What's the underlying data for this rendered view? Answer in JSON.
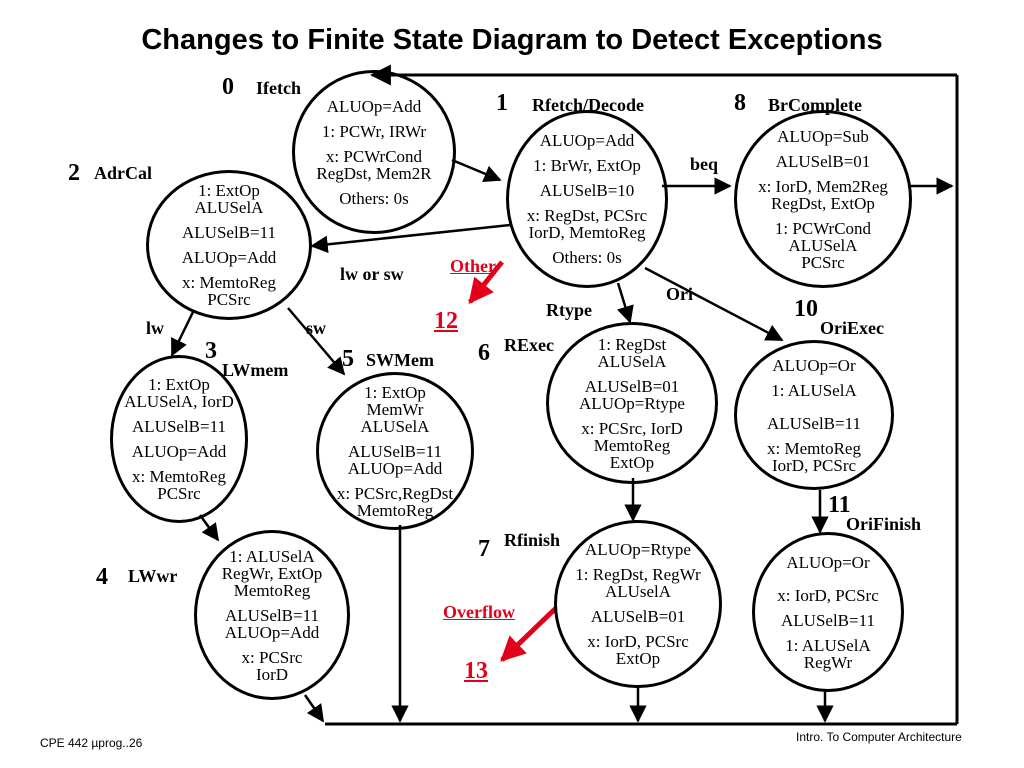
{
  "title": "Changes to Finite State Diagram to Detect Exceptions",
  "states": {
    "s0": {
      "num": "0",
      "name": "Ifetch",
      "lines": [
        "ALUOp=Add",
        "1: PCWr, IRWr",
        "x: PCWrCond",
        "RegDst, Mem2R",
        "Others: 0s"
      ]
    },
    "s1": {
      "num": "1",
      "name": "Rfetch/Decode",
      "lines": [
        "ALUOp=Add",
        "1: BrWr, ExtOp",
        "ALUSelB=10",
        "x: RegDst, PCSrc",
        "IorD, MemtoReg",
        "Others: 0s"
      ]
    },
    "s8": {
      "num": "8",
      "name": "BrComplete",
      "lines": [
        "ALUOp=Sub",
        "ALUSelB=01",
        "x: IorD, Mem2Reg",
        "RegDst, ExtOp",
        "1: PCWrCond",
        "ALUSelA",
        "PCSrc"
      ]
    },
    "s2": {
      "num": "2",
      "name": "AdrCal",
      "lines": [
        "1: ExtOp",
        "ALUSelA",
        "ALUSelB=11",
        "ALUOp=Add",
        "x: MemtoReg",
        "PCSrc"
      ]
    },
    "s3": {
      "num": "3",
      "name": "LWmem",
      "lines": [
        "1: ExtOp",
        "ALUSelA, IorD",
        "ALUSelB=11",
        "ALUOp=Add",
        "x: MemtoReg",
        "PCSrc"
      ]
    },
    "s5": {
      "num": "5",
      "name": "SWMem",
      "lines": [
        "1: ExtOp",
        "MemWr",
        "ALUSelA",
        "ALUSelB=11",
        "ALUOp=Add",
        "x: PCSrc,RegDst",
        "MemtoReg"
      ]
    },
    "s6": {
      "num": "6",
      "name": "RExec",
      "lines": [
        "1: RegDst",
        "ALUSelA",
        "ALUSelB=01",
        "ALUOp=Rtype",
        "x: PCSrc, IorD",
        "MemtoReg",
        "ExtOp"
      ]
    },
    "s10": {
      "num": "10",
      "name": "OriExec",
      "lines": [
        "ALUOp=Or",
        "1: ALUSelA",
        "ALUSelB=11",
        "x: MemtoReg",
        "IorD, PCSrc"
      ]
    },
    "s4": {
      "num": "4",
      "name": "LWwr",
      "lines": [
        "1: ALUSelA",
        "RegWr, ExtOp",
        "MemtoReg",
        "ALUSelB=11",
        "ALUOp=Add",
        "x: PCSrc",
        "IorD"
      ]
    },
    "s7": {
      "num": "7",
      "name": "Rfinish",
      "lines": [
        "ALUOp=Rtype",
        "1: RegDst, RegWr",
        "ALUselA",
        "ALUSelB=01",
        "x: IorD, PCSrc",
        "ExtOp"
      ]
    },
    "s11": {
      "num": "11",
      "name": "OriFinish",
      "lines": [
        "ALUOp=Or",
        "x: IorD, PCSrc",
        "ALUSelB=11",
        "1: ALUSelA",
        "RegWr"
      ]
    }
  },
  "transitions": {
    "beq": "beq",
    "lw_or_sw": "lw or sw",
    "lw": "lw",
    "sw": "sw",
    "rtype": "Rtype",
    "ori": "Ori"
  },
  "exceptions": {
    "other": "Other",
    "other_target": "12",
    "overflow": "Overflow",
    "overflow_target": "13",
    "color": "#e2001a"
  },
  "footer": {
    "left": "CPE 442  µprog..26",
    "right": "Intro. To Computer Architecture"
  }
}
